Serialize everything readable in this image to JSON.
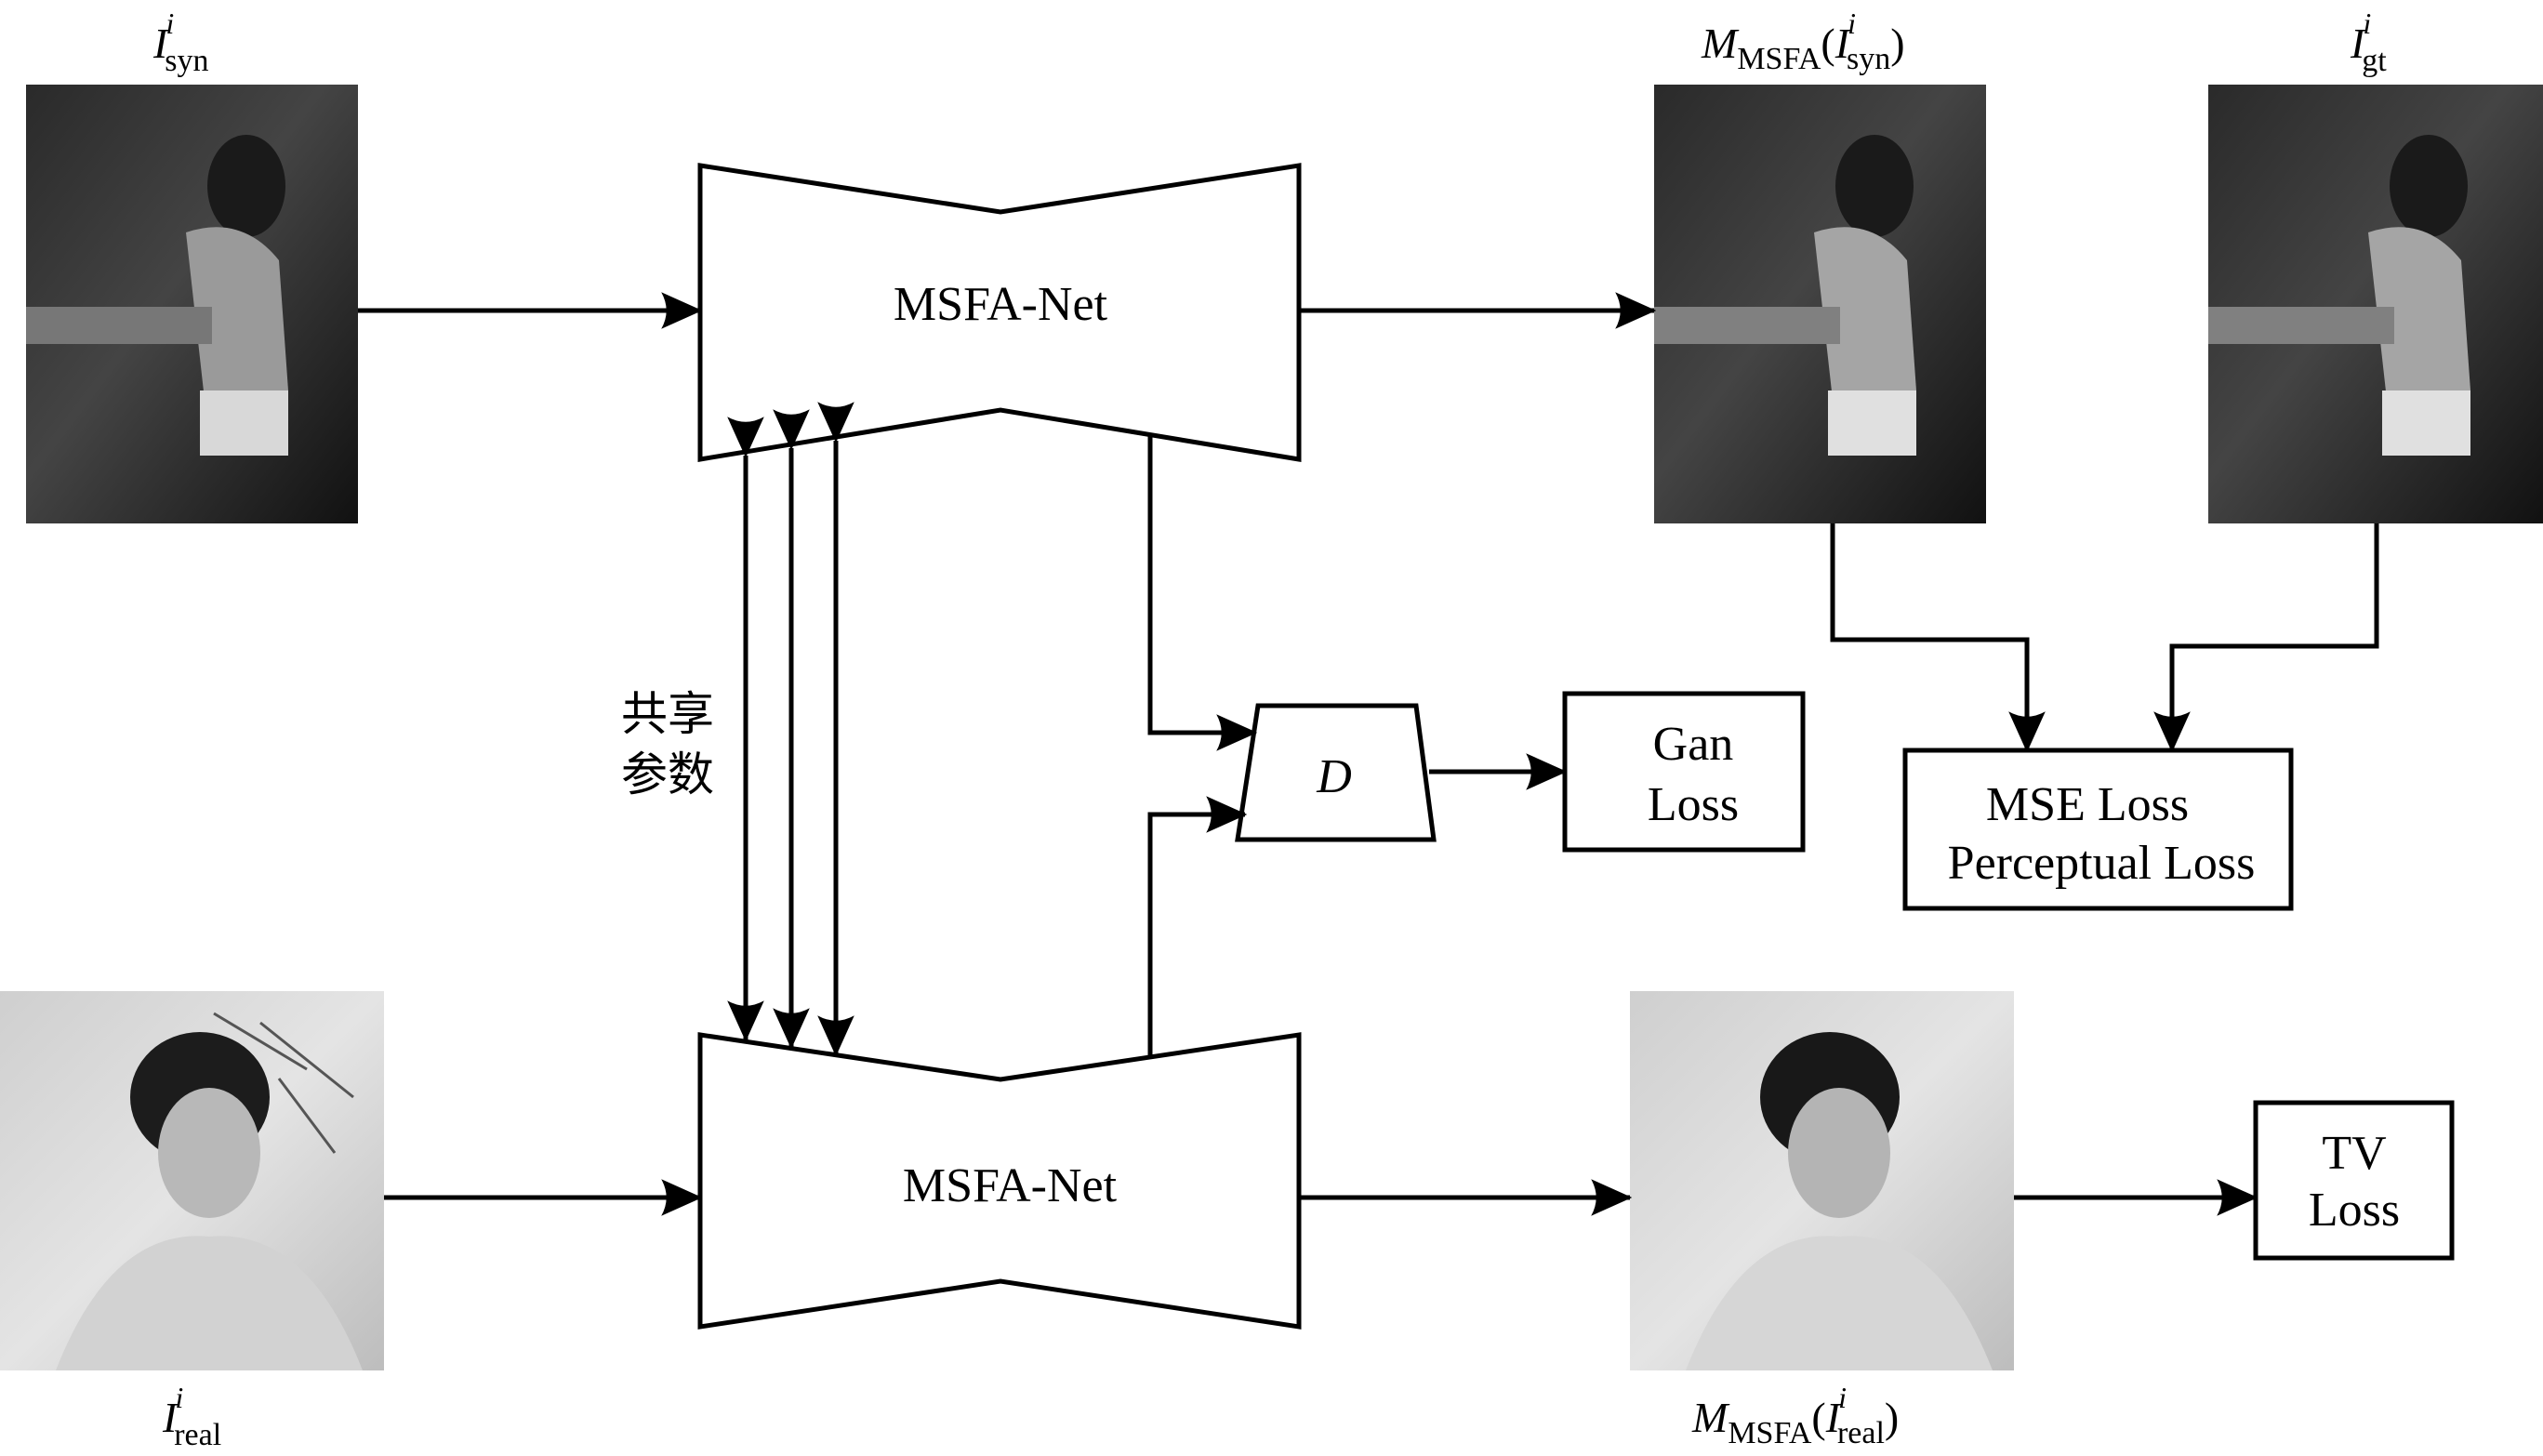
{
  "figure": {
    "images": {
      "syn_input": {
        "label_main": "I",
        "label_sup": "i",
        "label_sub": "syn",
        "tone": "dark",
        "description": "synthetic degraded photo of child at table"
      },
      "syn_output": {
        "label_func": "M",
        "label_func_sub": "MSFA",
        "label_main": "I",
        "label_sup": "i",
        "label_sub": "syn",
        "tone": "dark",
        "description": "restored synthetic photo"
      },
      "ground_truth": {
        "label_main": "I",
        "label_sup": "i",
        "label_sub": "gt",
        "tone": "dark",
        "description": "ground truth photo"
      },
      "real_input": {
        "label_main": "I",
        "label_sup": "i",
        "label_sub": "real",
        "tone": "light",
        "description": "real old photo of girl with scratches"
      },
      "real_output": {
        "label_func": "M",
        "label_func_sub": "MSFA",
        "label_main": "I",
        "label_sup": "i",
        "label_sub": "real",
        "tone": "light",
        "description": "restored real photo"
      }
    },
    "networks": {
      "top": {
        "label": "MSFA-Net"
      },
      "bottom": {
        "label": "MSFA-Net"
      }
    },
    "shared_params_label": [
      "共享",
      "参数"
    ],
    "discriminator": {
      "label": "D"
    },
    "losses": {
      "gan": [
        "Gan",
        "Loss"
      ],
      "mse_perceptual": [
        "MSE Loss",
        "Perceptual Loss"
      ],
      "tv": [
        "TV",
        "Loss"
      ]
    }
  }
}
